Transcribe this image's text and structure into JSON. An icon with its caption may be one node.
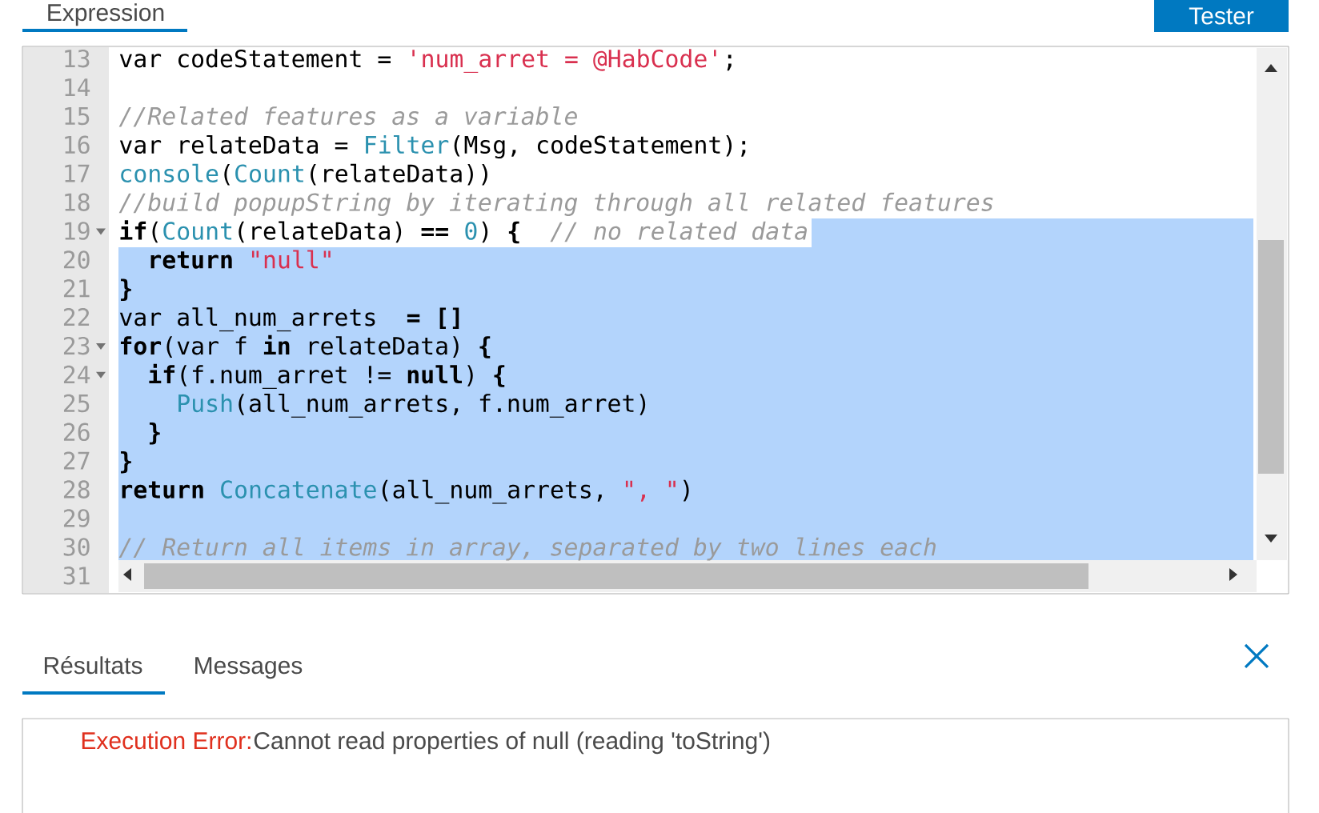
{
  "diagram": {
    "nodes": [
      {
        "text": [
          "Tester"
        ]
      }
    ],
    "labels": [
      "Expression",
      "13",
      "var codeStatement =",
      "'num_arret = @HabCode'",
      ";",
      "14",
      "15",
      "//Related features as a variable",
      "16",
      "var relateData =",
      "Filter",
      "(Msg, codeStatement);",
      "17",
      "console",
      "(",
      "Count",
      "(relateData))",
      "18",
      "//build popupString by iterating through all related features",
      "19",
      "**if**(",
      "Count",
      "(relateData) **==**",
      "0",
      ") **{**",
      "// no related data",
      "20",
      "return",
      "\"null\"",
      "21",
      "}",
      "22",
      "var all_num_arrets",
      "= []",
      "23",
      "**for**(var f **in** relateData) **{**",
      "24",
      "**if**(f.num_arret != **null**) **{**",
      "25",
      "Push",
      "(all_num_arrets, f.num_arret)",
      "26",
      "}",
      "27",
      "}",
      "28",
      "return",
      "Concatenate",
      "(all_num_arrets,",
      "\", \"",
      ")",
      "29",
      "30",
      "// Return all items in array, separated by two lines each",
      "31",
      "Résultats",
      "Messages",
      "Execution Error:",
      "Cannot read properties of null (reading 'toString')"
    ]
  }
}
